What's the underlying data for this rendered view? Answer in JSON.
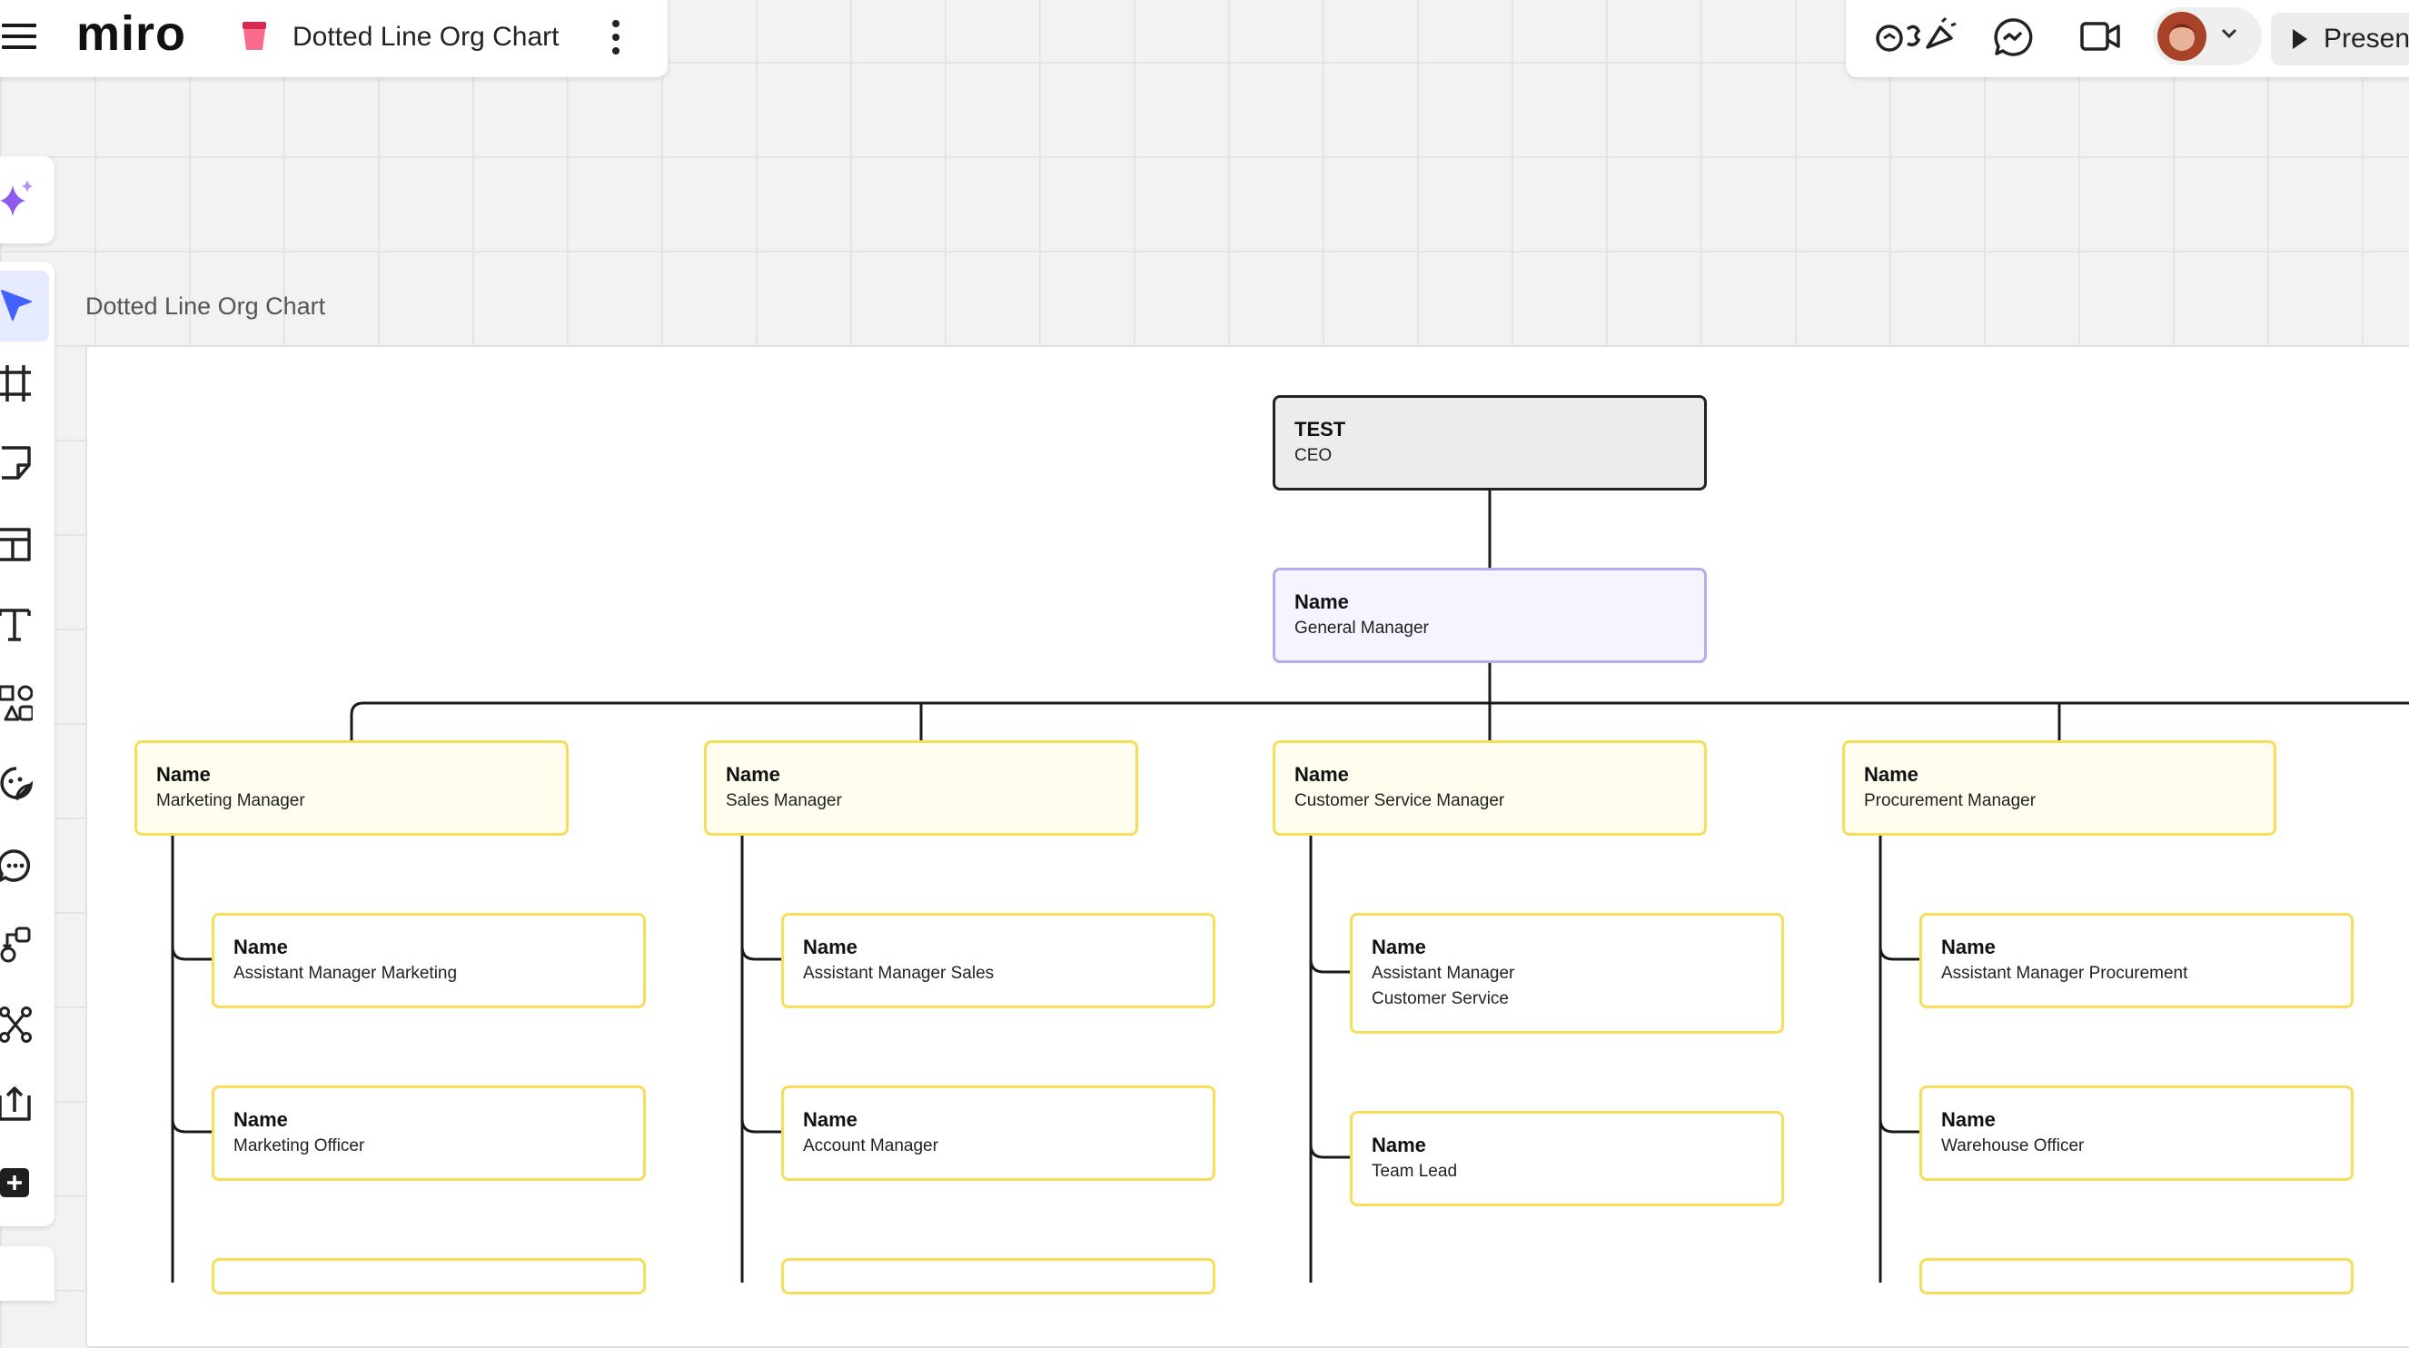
{
  "app": {
    "logo": "miro"
  },
  "board": {
    "name": "Dotted Line Org Chart",
    "frame_title": "Dotted Line Org Chart"
  },
  "header": {
    "present_label": "Presen"
  },
  "icons": {
    "menu": "hamburger-menu-icon",
    "board": "board-bucket-icon",
    "more": "more-vertical-icon",
    "reactions": "reactions-icon",
    "chat": "chat-icon",
    "video": "video-call-icon",
    "avatar": "user-avatar",
    "chevron": "chevron-down-icon",
    "play": "play-icon"
  },
  "toolbar": {
    "ai": "sparkles-icon",
    "tools": [
      "select-cursor-icon",
      "frame-icon",
      "sticky-note-icon",
      "template-icon",
      "text-icon",
      "shapes-icon",
      "sticker-icon",
      "comment-icon",
      "connection-line-icon",
      "mind-map-icon",
      "upload-icon",
      "more-tools-icon"
    ]
  },
  "colors": {
    "accent_blue": "#4262ff",
    "card_yellow_border": "#f7dd5a",
    "card_yellow_fill": "#fffdee",
    "gm_border": "#b6a9ec",
    "ceo_fill": "#ececec"
  },
  "org": {
    "ceo": {
      "name": "TEST",
      "role": "CEO"
    },
    "gm": {
      "name": "Name",
      "role": "General Manager"
    },
    "managers": [
      {
        "name": "Name",
        "role": "Marketing Manager"
      },
      {
        "name": "Name",
        "role": "Sales Manager"
      },
      {
        "name": "Name",
        "role": "Customer Service Manager"
      },
      {
        "name": "Name",
        "role": "Procurement Manager"
      }
    ],
    "reports": [
      [
        {
          "name": "Name",
          "role": "Assistant Manager Marketing"
        },
        {
          "name": "Name",
          "role": "Marketing Officer"
        }
      ],
      [
        {
          "name": "Name",
          "role": "Assistant Manager Sales"
        },
        {
          "name": "Name",
          "role": "Account Manager"
        }
      ],
      [
        {
          "name": "Name",
          "role": "Assistant Manager",
          "role2": "Customer Service"
        },
        {
          "name": "Name",
          "role": "Team Lead"
        }
      ],
      [
        {
          "name": "Name",
          "role": "Assistant Manager Procurement"
        },
        {
          "name": "Name",
          "role": "Warehouse Officer"
        }
      ]
    ]
  }
}
